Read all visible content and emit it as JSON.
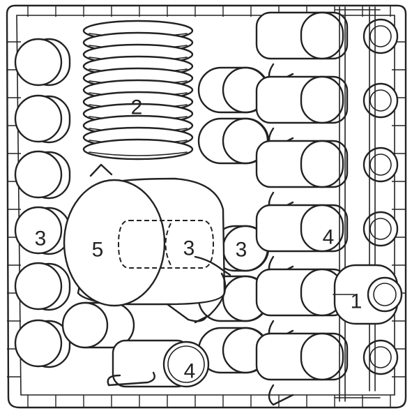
{
  "labels": {
    "cups_left": "3",
    "plates": "2",
    "cups_center_left": "3",
    "cups_center_right": "3",
    "pot": "5",
    "mugs_right": "4",
    "mug_bottom": "4",
    "cup_rack": "1"
  }
}
